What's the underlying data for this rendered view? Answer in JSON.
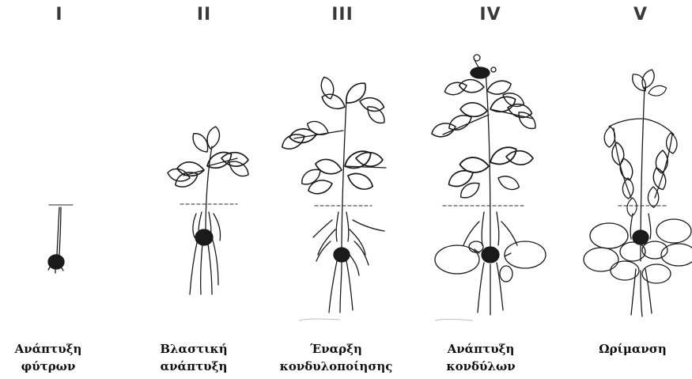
{
  "stages": [
    {
      "numeral": "I",
      "caption_line1": "Ανάπτυξη",
      "caption_line2": "φύτρων"
    },
    {
      "numeral": "II",
      "caption_line1": "Βλαστική",
      "caption_line2": "ανάπτυξη"
    },
    {
      "numeral": "III",
      "caption_line1": "Έναρξη",
      "caption_line2": "κονδυλοποίησης"
    },
    {
      "numeral": "IV",
      "caption_line1": "Ανάπτυξη",
      "caption_line2": "κονδύλων"
    },
    {
      "numeral": "V",
      "caption_line1": "Ωρίμανση",
      "caption_line2": ""
    }
  ],
  "colors": {
    "ink": "#1a1a1a",
    "soil_line": "#555555"
  }
}
